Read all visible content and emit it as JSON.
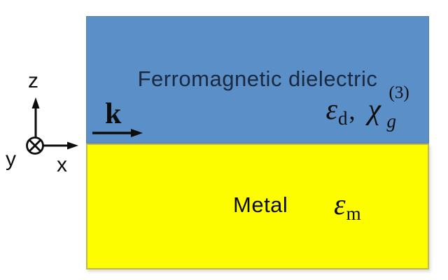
{
  "figure": {
    "layers": {
      "dielectric": {
        "name": "Ferromagnetic dielectric",
        "epsilon": "ε",
        "epsilon_sub": "d",
        "separator": ",",
        "chi": "χ",
        "chi_sub": "g",
        "chi_sup": "(3)"
      },
      "metal": {
        "name": "Metal",
        "epsilon": "ε",
        "epsilon_sub": "m"
      }
    },
    "wavevector": {
      "symbol": "k"
    },
    "axes": {
      "x_label": "x",
      "y_label": "y",
      "z_label": "z"
    },
    "colors": {
      "dielectric_fill": "#5b8fc8",
      "metal_fill": "#fdfd00",
      "metal_border": "#c2b84a",
      "label_dark": "#1b2940",
      "ink": "#0d0d0d",
      "background": "#ffffff"
    }
  }
}
